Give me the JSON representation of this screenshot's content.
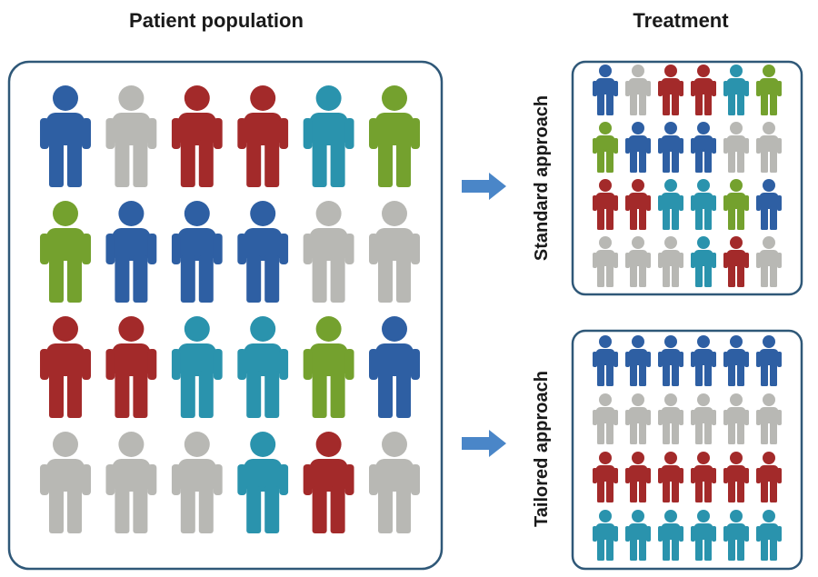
{
  "titles": {
    "population": "Patient population",
    "treatment": "Treatment"
  },
  "approaches": {
    "standard": "Standard approach",
    "tailored": "Tailored approach"
  },
  "colors": {
    "blue": "#2e5fa3",
    "grey": "#b8b8b4",
    "red": "#a32a2a",
    "teal": "#2a93ad",
    "green": "#74a12e",
    "border": "#2f5878",
    "arrow": "#4a86c8"
  },
  "grids": {
    "population": [
      [
        "blue",
        "grey",
        "red",
        "red",
        "teal",
        "green"
      ],
      [
        "green",
        "blue",
        "blue",
        "blue",
        "grey",
        "grey"
      ],
      [
        "red",
        "red",
        "teal",
        "teal",
        "green",
        "blue"
      ],
      [
        "grey",
        "grey",
        "grey",
        "teal",
        "red",
        "grey"
      ]
    ],
    "standard": [
      [
        "blue",
        "grey",
        "red",
        "red",
        "teal",
        "green"
      ],
      [
        "green",
        "blue",
        "blue",
        "blue",
        "grey",
        "grey"
      ],
      [
        "red",
        "red",
        "teal",
        "teal",
        "green",
        "blue"
      ],
      [
        "grey",
        "grey",
        "grey",
        "teal",
        "red",
        "grey"
      ]
    ],
    "tailored": [
      [
        "blue",
        "blue",
        "blue",
        "blue",
        "blue",
        "blue"
      ],
      [
        "grey",
        "grey",
        "grey",
        "grey",
        "grey",
        "grey"
      ],
      [
        "red",
        "red",
        "red",
        "red",
        "red",
        "red"
      ],
      [
        "teal",
        "teal",
        "teal",
        "teal",
        "teal",
        "teal"
      ]
    ]
  }
}
